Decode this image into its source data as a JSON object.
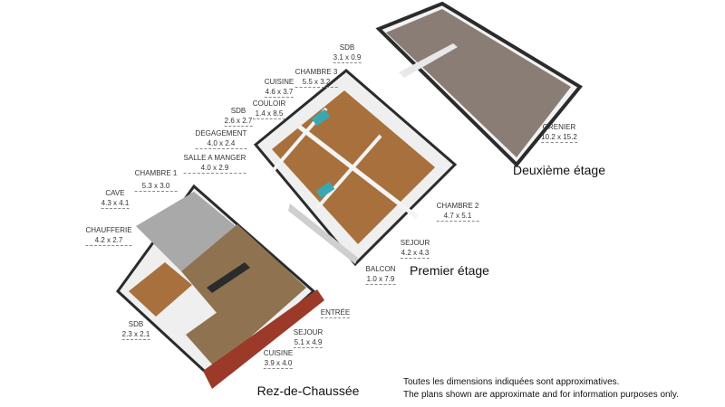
{
  "floors": {
    "second": {
      "title": "Deuxième étage",
      "rooms": [
        {
          "name": "GRENIER",
          "dim": "10.2 x 15.2"
        }
      ]
    },
    "first": {
      "title": "Premier étage",
      "rooms": [
        {
          "name": "SDB",
          "dim": "3.1 x 0.9"
        },
        {
          "name": "CHAMBRE 3",
          "dim": "5.5 x 3.2"
        },
        {
          "name": "CUISINE",
          "dim": "4.6 x 3.7"
        },
        {
          "name": "COULOIR",
          "dim": "1.4 x 8.5"
        },
        {
          "name": "SDB",
          "dim": "2.6 x 2.7"
        },
        {
          "name": "DEGAGEMENT",
          "dim": "4.0 x 2.4"
        },
        {
          "name": "SALLE A MANGER",
          "dim": "4.0 x 2.9"
        },
        {
          "name": "CHAMBRE 2",
          "dim": "4.7 x 5.1"
        },
        {
          "name": "SEJOUR",
          "dim": "4.2 x 4.3"
        },
        {
          "name": "BALCON",
          "dim": "1.0 x 7.9"
        }
      ]
    },
    "ground": {
      "title": "Rez-de-Chaussée",
      "rooms": [
        {
          "name": "CHAMBRE 1",
          "dim": "5.3 x 3.0"
        },
        {
          "name": "CAVE",
          "dim": "4.3 x 4.1"
        },
        {
          "name": "CHAUFFERIE",
          "dim": "4.2 x 2.7"
        },
        {
          "name": "SDB",
          "dim": "2.3 x 2.1"
        },
        {
          "name": "ENTRÉE",
          "dim": ""
        },
        {
          "name": "SEJOUR",
          "dim": "5.1 x 4.9"
        },
        {
          "name": "CUISINE",
          "dim": "3.9 x 4.0"
        }
      ]
    }
  },
  "note": {
    "fr": "Toutes les dimensions indiquées sont approximatives.",
    "en": "The plans shown are approximate and for information purposes only."
  },
  "colors": {
    "wood": "#a8703c",
    "attic": "#8a7d75",
    "wall": "#2b2b2b",
    "terrace": "#9c3a2a",
    "cave": "#a9a9a9"
  }
}
